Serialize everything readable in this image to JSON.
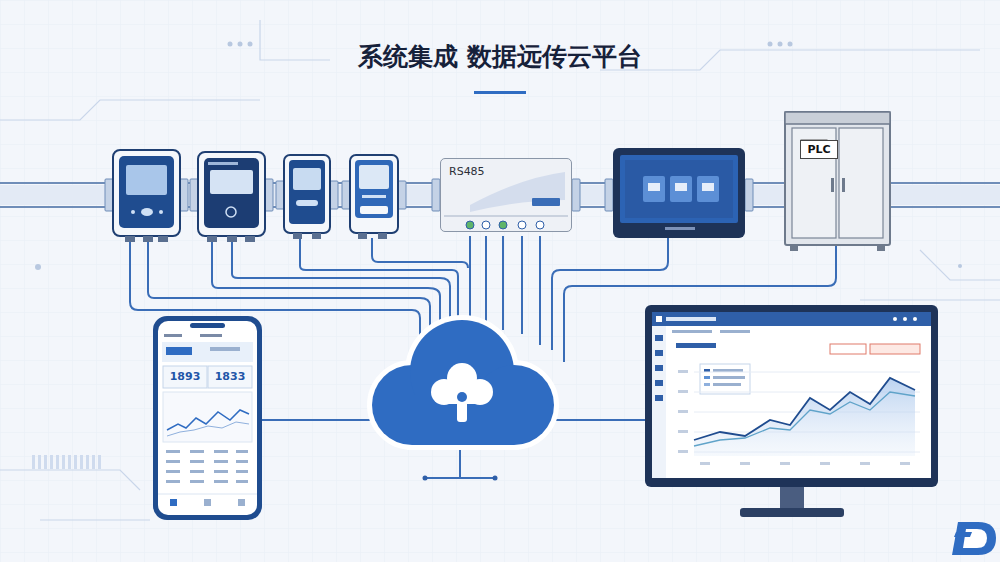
{
  "diagram": {
    "title": "系统集成 数据远传云平台",
    "nodes": [
      {
        "text": [
          "RS485"
        ]
      },
      {
        "text": [
          "PLC"
        ]
      }
    ],
    "labels": [
      "1893",
      "1833"
    ]
  }
}
